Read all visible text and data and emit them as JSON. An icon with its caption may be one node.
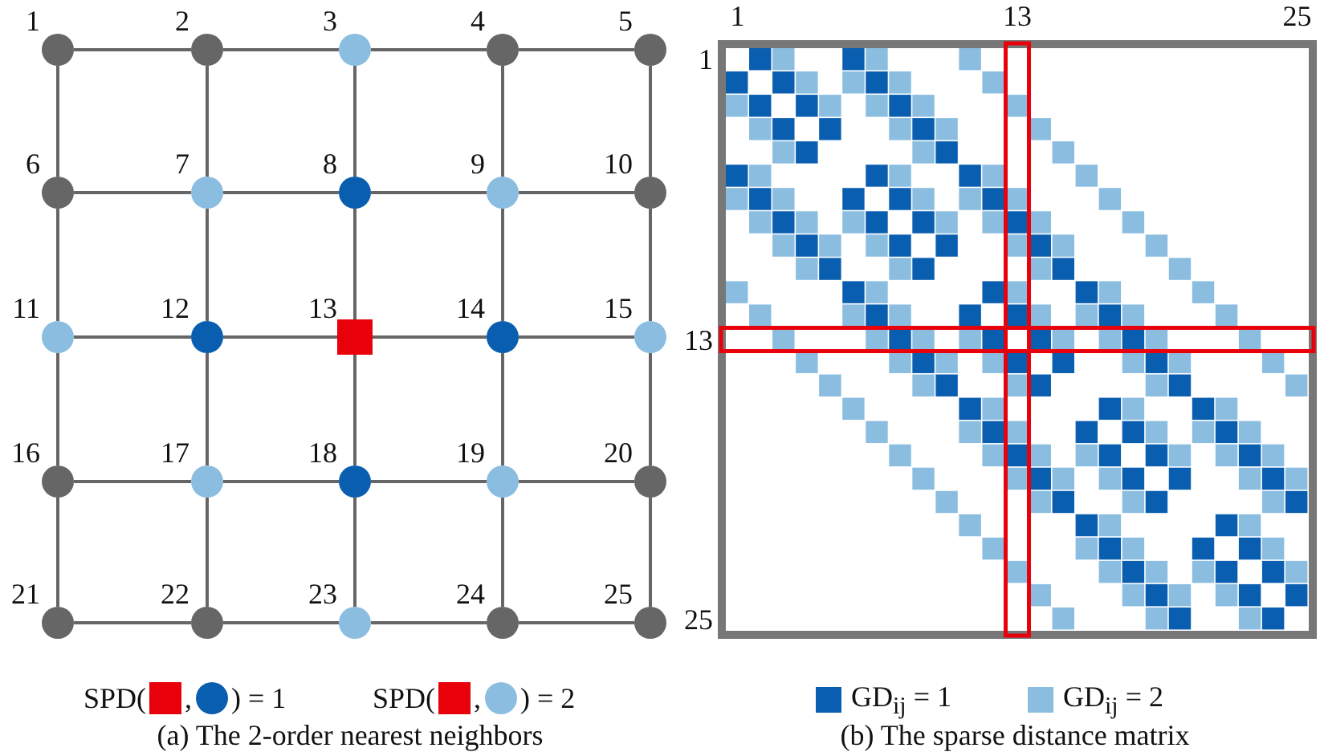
{
  "diagram": {
    "nodes": [
      {
        "text": [],
        "shape": "circle",
        "beside": [
          "1"
        ]
      },
      {
        "text": [],
        "shape": "circle",
        "beside": [
          "2"
        ]
      },
      {
        "text": [],
        "shape": "circle",
        "beside": [
          "3"
        ]
      },
      {
        "text": [],
        "shape": "circle",
        "beside": [
          "4"
        ]
      },
      {
        "text": [],
        "shape": "circle",
        "beside": [
          "5"
        ]
      },
      {
        "text": [],
        "shape": "circle",
        "beside": [
          "6"
        ]
      },
      {
        "text": [],
        "shape": "circle",
        "beside": [
          "7"
        ]
      },
      {
        "text": [],
        "shape": "circle",
        "beside": [
          "8"
        ]
      },
      {
        "text": [],
        "shape": "circle",
        "beside": [
          "9"
        ]
      },
      {
        "text": [],
        "shape": "circle",
        "beside": [
          "10"
        ]
      },
      {
        "text": [],
        "shape": "circle",
        "beside": [
          "11"
        ]
      },
      {
        "text": [],
        "shape": "circle",
        "beside": [
          "12"
        ]
      },
      {
        "text": [],
        "shape": "box",
        "beside": [
          "13"
        ]
      },
      {
        "text": [],
        "shape": "circle",
        "beside": [
          "14"
        ]
      },
      {
        "text": [],
        "shape": "circle",
        "beside": [
          "15"
        ]
      },
      {
        "text": [],
        "shape": "circle",
        "beside": [
          "16"
        ]
      },
      {
        "text": [],
        "shape": "circle",
        "beside": [
          "17"
        ]
      },
      {
        "text": [],
        "shape": "circle",
        "beside": [
          "18"
        ]
      },
      {
        "text": [],
        "shape": "circle",
        "beside": [
          "19"
        ]
      },
      {
        "text": [],
        "shape": "circle",
        "beside": [
          "20"
        ]
      },
      {
        "text": [],
        "shape": "circle",
        "beside": [
          "21"
        ]
      },
      {
        "text": [],
        "shape": "circle",
        "beside": [
          "22"
        ]
      },
      {
        "text": [],
        "shape": "circle",
        "beside": [
          "23"
        ]
      },
      {
        "text": [],
        "shape": "circle",
        "beside": [
          "24"
        ]
      },
      {
        "text": [],
        "shape": "circle",
        "beside": [
          "25"
        ]
      }
    ],
    "edges": [
      {
        "from": 0,
        "to": 1,
        "arrow": "none"
      },
      {
        "from": 1,
        "to": 2,
        "arrow": "none"
      },
      {
        "from": 2,
        "to": 3,
        "arrow": "none"
      },
      {
        "from": 3,
        "to": 4,
        "arrow": "none"
      },
      {
        "from": 0,
        "to": 5,
        "arrow": "none"
      },
      {
        "from": 1,
        "to": 6,
        "arrow": "none"
      },
      {
        "from": 2,
        "to": 7,
        "arrow": "none"
      },
      {
        "from": 3,
        "to": 8,
        "arrow": "none"
      },
      {
        "from": 4,
        "to": 9,
        "arrow": "none"
      },
      {
        "from": 5,
        "to": 6,
        "arrow": "none"
      },
      {
        "from": 6,
        "to": 7,
        "arrow": "none"
      },
      {
        "from": 7,
        "to": 8,
        "arrow": "none"
      },
      {
        "from": 8,
        "to": 9,
        "arrow": "none"
      },
      {
        "from": 5,
        "to": 10,
        "arrow": "none"
      },
      {
        "from": 6,
        "to": 11,
        "arrow": "none"
      },
      {
        "from": 7,
        "to": 12,
        "arrow": "none"
      },
      {
        "from": 8,
        "to": 13,
        "arrow": "none"
      },
      {
        "from": 9,
        "to": 14,
        "arrow": "none"
      },
      {
        "from": 10,
        "to": 11,
        "arrow": "none"
      },
      {
        "from": 11,
        "to": 12,
        "arrow": "none"
      },
      {
        "from": 12,
        "to": 13,
        "arrow": "none"
      },
      {
        "from": 13,
        "to": 14,
        "arrow": "none"
      },
      {
        "from": 10,
        "to": 15,
        "arrow": "none"
      },
      {
        "from": 11,
        "to": 16,
        "arrow": "none"
      },
      {
        "from": 12,
        "to": 17,
        "arrow": "none"
      },
      {
        "from": 13,
        "to": 18,
        "arrow": "none"
      },
      {
        "from": 14,
        "to": 19,
        "arrow": "none"
      },
      {
        "from": 15,
        "to": 16,
        "arrow": "none"
      },
      {
        "from": 16,
        "to": 17,
        "arrow": "none"
      },
      {
        "from": 17,
        "to": 18,
        "arrow": "none"
      },
      {
        "from": 18,
        "to": 19,
        "arrow": "none"
      },
      {
        "from": 15,
        "to": 20,
        "arrow": "none"
      },
      {
        "from": 16,
        "to": 21,
        "arrow": "none"
      },
      {
        "from": 17,
        "to": 22,
        "arrow": "none"
      },
      {
        "from": 18,
        "to": 23,
        "arrow": "none"
      },
      {
        "from": 19,
        "to": 24,
        "arrow": "none"
      },
      {
        "from": 20,
        "to": 21,
        "arrow": "none"
      },
      {
        "from": 21,
        "to": 22,
        "arrow": "none"
      },
      {
        "from": 22,
        "to": 23,
        "arrow": "none"
      },
      {
        "from": 23,
        "to": 24,
        "arrow": "none"
      }
    ],
    "labels": [
      "1",
      "13",
      "25",
      "1",
      "13",
      "25",
      "SPD(",
      ",",
      ") = 1",
      "SPD(",
      ",",
      ") = 2",
      "(a) The 2-order nearest neighbors",
      "(b) The sparse distance matrix"
    ],
    "legend": [
      {
        "text": "GD$_{ij}$ = 1",
        "color": "#0a5eb0"
      },
      {
        "text": "GD$_{ij}$ = 2",
        "color": "#8bbde0"
      }
    ]
  }
}
